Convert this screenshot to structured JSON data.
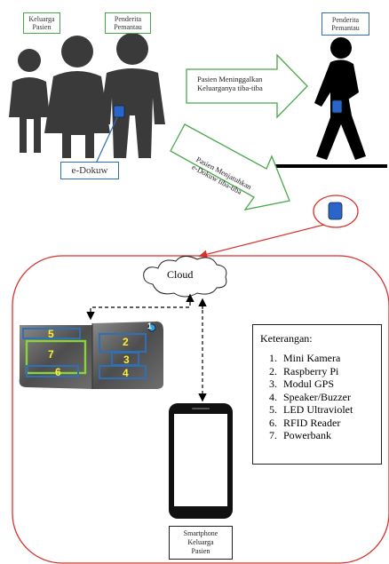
{
  "labels": {
    "keluarga_pasien_top": [
      "Keluarga",
      "Pasien"
    ],
    "penderita_pemantau_top": [
      "Penderita",
      "Pemantau"
    ],
    "penderita_pemantau_right": [
      "Penderita",
      "Pemantau"
    ],
    "edokuw": "e-Dokuw",
    "cloud": "Cloud",
    "smartphone_caption": [
      "Smartphone",
      "Keluarga",
      "Pasien"
    ]
  },
  "arrows": {
    "leaving": [
      "Pasien Meninggalkan",
      "Keluarganya tiba-tiba"
    ],
    "dropping": [
      "Pasien Menjatuhkan",
      "e-Dokuw tiba-tiba"
    ]
  },
  "legend": {
    "title": "Keterangan:",
    "items": [
      "Mini Kamera",
      "Raspberry Pi",
      "Modul GPS",
      "Speaker/Buzzer",
      "LED Ultraviolet",
      "RFID Reader",
      "Powerbank"
    ]
  },
  "wallet_numbers": [
    "1",
    "2",
    "3",
    "4",
    "5",
    "6",
    "7"
  ],
  "colors": {
    "green_border": "#49a84a",
    "blue_border": "#2f6fb5",
    "red_border": "#d9302b",
    "device_blue": "#2a66c9"
  }
}
